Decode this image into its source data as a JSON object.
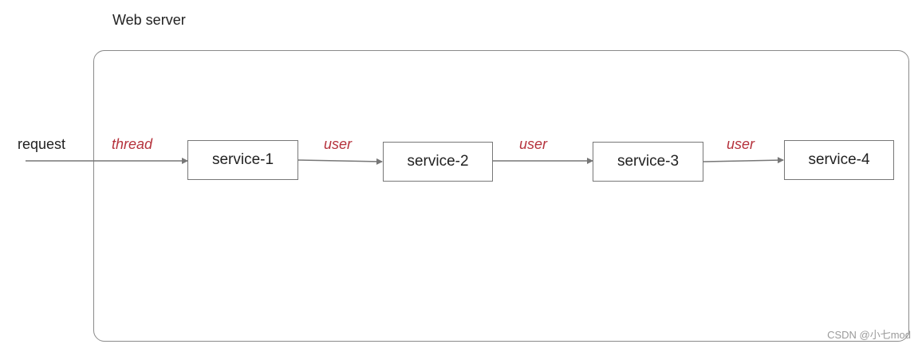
{
  "diagram": {
    "frame_title": "Web server",
    "request_label": "request",
    "edge_labels": [
      "thread",
      "user",
      "user",
      "user"
    ],
    "services": [
      "service-1",
      "service-2",
      "service-3",
      "service-4"
    ],
    "label_color": "#b5323c",
    "line_color": "#777777"
  },
  "watermark": "CSDN @小七mod"
}
